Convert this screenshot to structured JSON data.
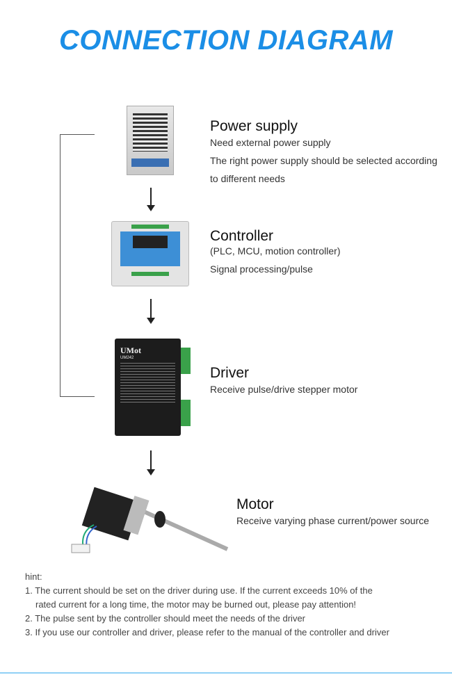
{
  "title": "CONNECTION DIAGRAM",
  "steps": [
    {
      "heading": "Power supply",
      "lines": [
        "Need external power supply",
        "The right power supply should be selected according",
        "to different needs"
      ]
    },
    {
      "heading": "Controller",
      "lines": [
        "(PLC, MCU, motion controller)",
        "Signal processing/pulse"
      ]
    },
    {
      "heading": "Driver",
      "lines": [
        "Receive pulse/drive stepper motor"
      ],
      "device_label": "UMot",
      "model": "UM242"
    },
    {
      "heading": "Motor",
      "lines": [
        "Receive varying phase current/power source"
      ]
    }
  ],
  "hint": {
    "label": "hint:",
    "items": [
      "1. The current should be set on the driver during use. If the current exceeds 10% of the",
      "rated current for a long time, the motor may be burned out, please pay attention!",
      "2. The pulse sent by the controller should meet the needs of the driver",
      "3. If you use our controller and driver, please refer to the manual of the controller and driver"
    ]
  },
  "colors": {
    "title": "#1b8ee6",
    "accent_line": "#8fd0f5"
  }
}
